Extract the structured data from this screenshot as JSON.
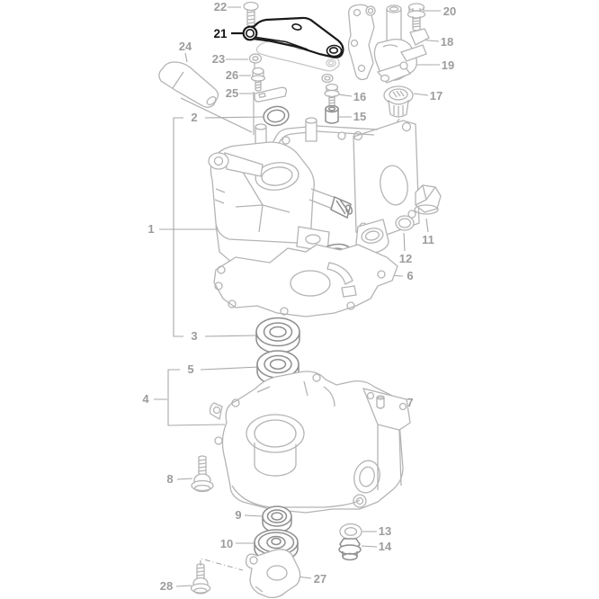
{
  "diagram": {
    "title": "engine-exploded-parts-diagram",
    "background": "#ffffff",
    "colors": {
      "line": "#b4b4b4",
      "dark_line": "#8e8e8e",
      "leader": "#a8a8a8",
      "label": "#9c9c9c",
      "highlight": "#1a1a1a"
    },
    "highlighted_part": "21",
    "labels": [
      {
        "text": "1"
      },
      {
        "text": "2"
      },
      {
        "text": "3"
      },
      {
        "text": "4"
      },
      {
        "text": "5"
      },
      {
        "text": "6"
      },
      {
        "text": "7"
      },
      {
        "text": "8"
      },
      {
        "text": "9"
      },
      {
        "text": "10"
      },
      {
        "text": "11"
      },
      {
        "text": "12"
      },
      {
        "text": "13"
      },
      {
        "text": "14"
      },
      {
        "text": "15"
      },
      {
        "text": "16"
      },
      {
        "text": "17"
      },
      {
        "text": "18"
      },
      {
        "text": "19"
      },
      {
        "text": "20"
      },
      {
        "text": "21"
      },
      {
        "text": "22"
      },
      {
        "text": "23"
      },
      {
        "text": "24"
      },
      {
        "text": "25"
      },
      {
        "text": "26"
      },
      {
        "text": "27"
      },
      {
        "text": "28"
      }
    ]
  }
}
